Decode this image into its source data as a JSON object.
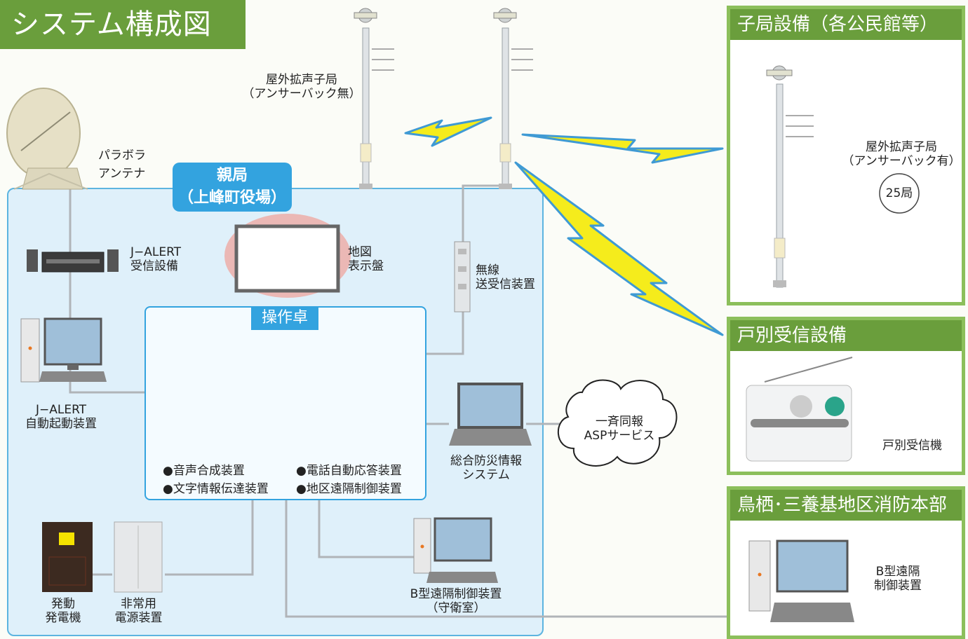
{
  "title": "システム構成図",
  "parent_station": {
    "line1": "親局",
    "line2": "（上峰町役場）"
  },
  "console_label": "操作卓",
  "parabola_line1": "パラボラ",
  "parabola_line2": "アンテナ",
  "jalert_recv_line1": "J−ALERT",
  "jalert_recv_line2": "受信設備",
  "jalert_auto_line1": "J−ALERT",
  "jalert_auto_line2": "自動起動装置",
  "map_line1": "地図",
  "map_line2": "表示盤",
  "radio_line1": "無線",
  "radio_line2": "送受信装置",
  "outdoor_nb_line1": "屋外拡声子局",
  "outdoor_nb_line2": "（アンサーバック無）",
  "console_items": {
    "voice": "●音声合成装置",
    "phone": "●電話自動応答装置",
    "text": "●文字情報伝達装置",
    "remote": "●地区遠隔制御装置"
  },
  "disaster_line1": "総合防災情報",
  "disaster_line2": "システム",
  "asp_line1": "一斉同報",
  "asp_line2": "ASPサービス",
  "b_guard_line1": "B型遠隔制御装置",
  "b_guard_line2": "（守衛室）",
  "generator_line1": "発動",
  "generator_line2": "発電機",
  "power_line1": "非常用",
  "power_line2": "電源装置",
  "panel_sub": {
    "header": "子局設備（各公民館等）",
    "label_line1": "屋外拡声子局",
    "label_line2": "（アンサーバック有）",
    "count": "25局"
  },
  "panel_home": {
    "header": "戸別受信設備",
    "label": "戸別受信機"
  },
  "panel_fire": {
    "header": "鳥栖･三養基地区消防本部",
    "label_line1": "B型遠隔",
    "label_line2": "制御装置"
  },
  "colors": {
    "accent_green": "#6a9e3c",
    "accent_blue": "#33a3df",
    "lightning": "#f5ec1c"
  }
}
